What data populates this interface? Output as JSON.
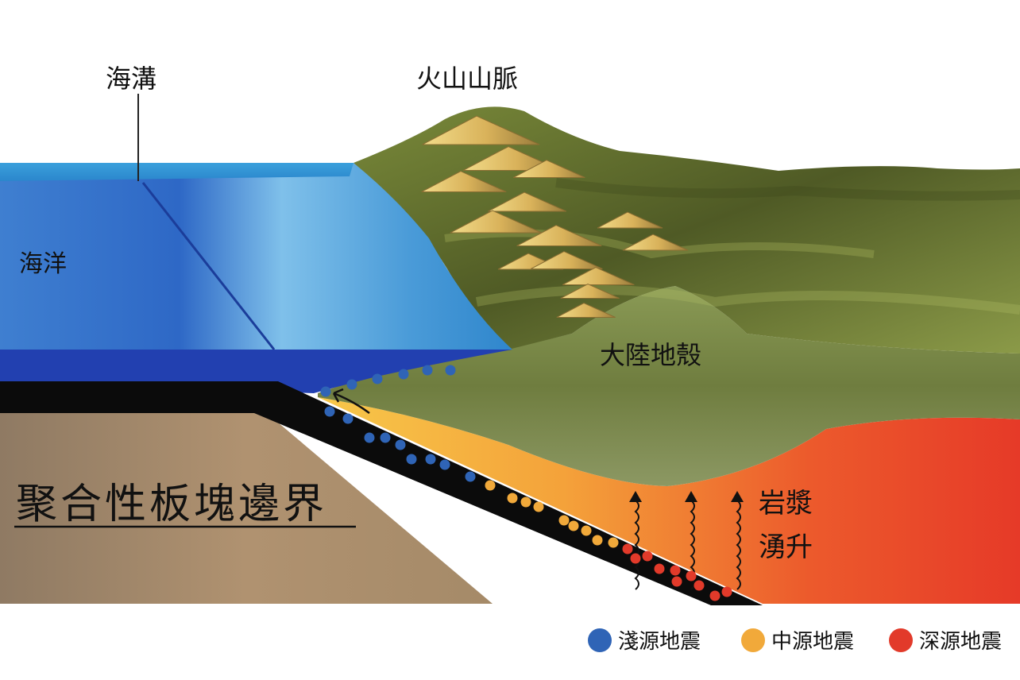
{
  "labels": {
    "trench": "海溝",
    "volcano_range": "火山山脈",
    "ocean": "海洋",
    "continental_crust": "大陸地殼",
    "boundary_title": "聚合性板塊邊界",
    "magma_line1": "岩漿",
    "magma_line2": "湧升"
  },
  "legend": [
    {
      "label": "淺源地震",
      "color": "#2f64b6"
    },
    {
      "label": "中源地震",
      "color": "#f1a93a"
    },
    {
      "label": "深源地震",
      "color": "#e23a2a"
    }
  ],
  "colors": {
    "shallow": "#2f64b6",
    "intermediate": "#f1a93a",
    "deep": "#e23a2a",
    "ocean": "#3a8ed0",
    "continent": "#7c8a45",
    "mantle": "#a68a66"
  }
}
